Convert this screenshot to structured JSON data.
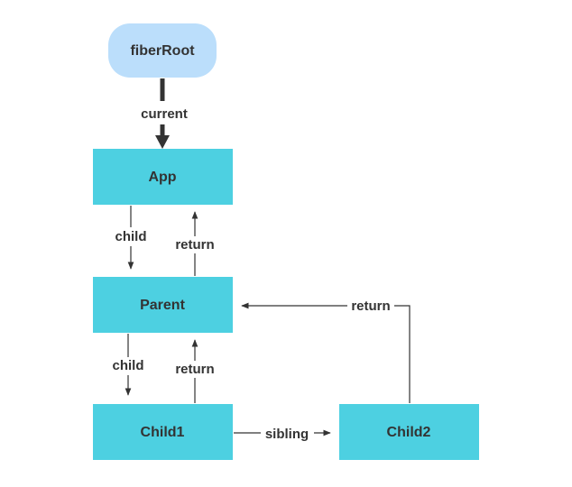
{
  "colors": {
    "node_fill": "#4DD0E1",
    "root_fill": "#BBDEFB",
    "line": "#333333",
    "text": "#333333"
  },
  "nodes": {
    "root": {
      "label": "fiberRoot"
    },
    "app": {
      "label": "App"
    },
    "parent": {
      "label": "Parent"
    },
    "child1": {
      "label": "Child1"
    },
    "child2": {
      "label": "Child2"
    }
  },
  "edges": {
    "current": "current",
    "app_child": "child",
    "app_return": "return",
    "parent_child": "child",
    "parent_return": "return",
    "sibling": "sibling",
    "child2_return": "return"
  }
}
